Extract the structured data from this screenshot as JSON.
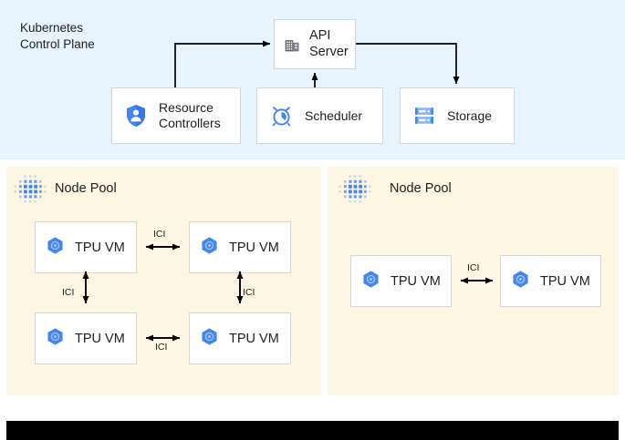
{
  "control_plane": {
    "title": "Kubernetes\nControl Plane",
    "background_color": "#e8f4fd",
    "nodes": [
      {
        "id": "api-server",
        "label": "API\nServer",
        "icon": "building-icon"
      },
      {
        "id": "resource-controllers",
        "label": "Resource\nControllers",
        "icon": "shield-user-icon"
      },
      {
        "id": "scheduler",
        "label": "Scheduler",
        "icon": "alarm-clock-icon"
      },
      {
        "id": "storage",
        "label": "Storage",
        "icon": "server-rack-icon"
      }
    ],
    "connections": [
      {
        "from": "resource-controllers",
        "to": "api-server"
      },
      {
        "from": "scheduler",
        "to": "api-server"
      },
      {
        "from": "api-server",
        "to": "storage"
      }
    ]
  },
  "node_pools": [
    {
      "id": "node-pool-left",
      "title": "Node Pool",
      "icon": "dot-grid-icon",
      "background_color": "#fdf6e3",
      "vms": [
        {
          "id": "tpu-vm-l1",
          "label": "TPU VM",
          "icon": "tpu-hexagon-icon"
        },
        {
          "id": "tpu-vm-l2",
          "label": "TPU VM",
          "icon": "tpu-hexagon-icon"
        },
        {
          "id": "tpu-vm-l3",
          "label": "TPU VM",
          "icon": "tpu-hexagon-icon"
        },
        {
          "id": "tpu-vm-l4",
          "label": "TPU VM",
          "icon": "tpu-hexagon-icon"
        }
      ],
      "links": [
        {
          "label": "ICI",
          "between": [
            "tpu-vm-l1",
            "tpu-vm-l2"
          ],
          "direction": "horizontal"
        },
        {
          "label": "ICI",
          "between": [
            "tpu-vm-l3",
            "tpu-vm-l4"
          ],
          "direction": "horizontal"
        },
        {
          "label": "ICI",
          "between": [
            "tpu-vm-l1",
            "tpu-vm-l3"
          ],
          "direction": "vertical"
        },
        {
          "label": "ICI",
          "between": [
            "tpu-vm-l2",
            "tpu-vm-l4"
          ],
          "direction": "vertical"
        }
      ]
    },
    {
      "id": "node-pool-right",
      "title": "Node Pool",
      "icon": "dot-grid-icon",
      "background_color": "#fdf6e3",
      "vms": [
        {
          "id": "tpu-vm-r1",
          "label": "TPU VM",
          "icon": "tpu-hexagon-icon"
        },
        {
          "id": "tpu-vm-r2",
          "label": "TPU VM",
          "icon": "tpu-hexagon-icon"
        }
      ],
      "links": [
        {
          "label": "ICI",
          "between": [
            "tpu-vm-r1",
            "tpu-vm-r2"
          ],
          "direction": "horizontal"
        }
      ]
    }
  ],
  "colors": {
    "control_plane_bg": "#e8f4fd",
    "node_pool_bg": "#fdf6e3",
    "box_bg": "#ffffff",
    "box_border": "#d6d6d6",
    "accent_blue": "#4285f4",
    "icon_gray": "#5f6368",
    "arrow": "#000000",
    "text": "#202124",
    "footer_bar": "#000000"
  }
}
